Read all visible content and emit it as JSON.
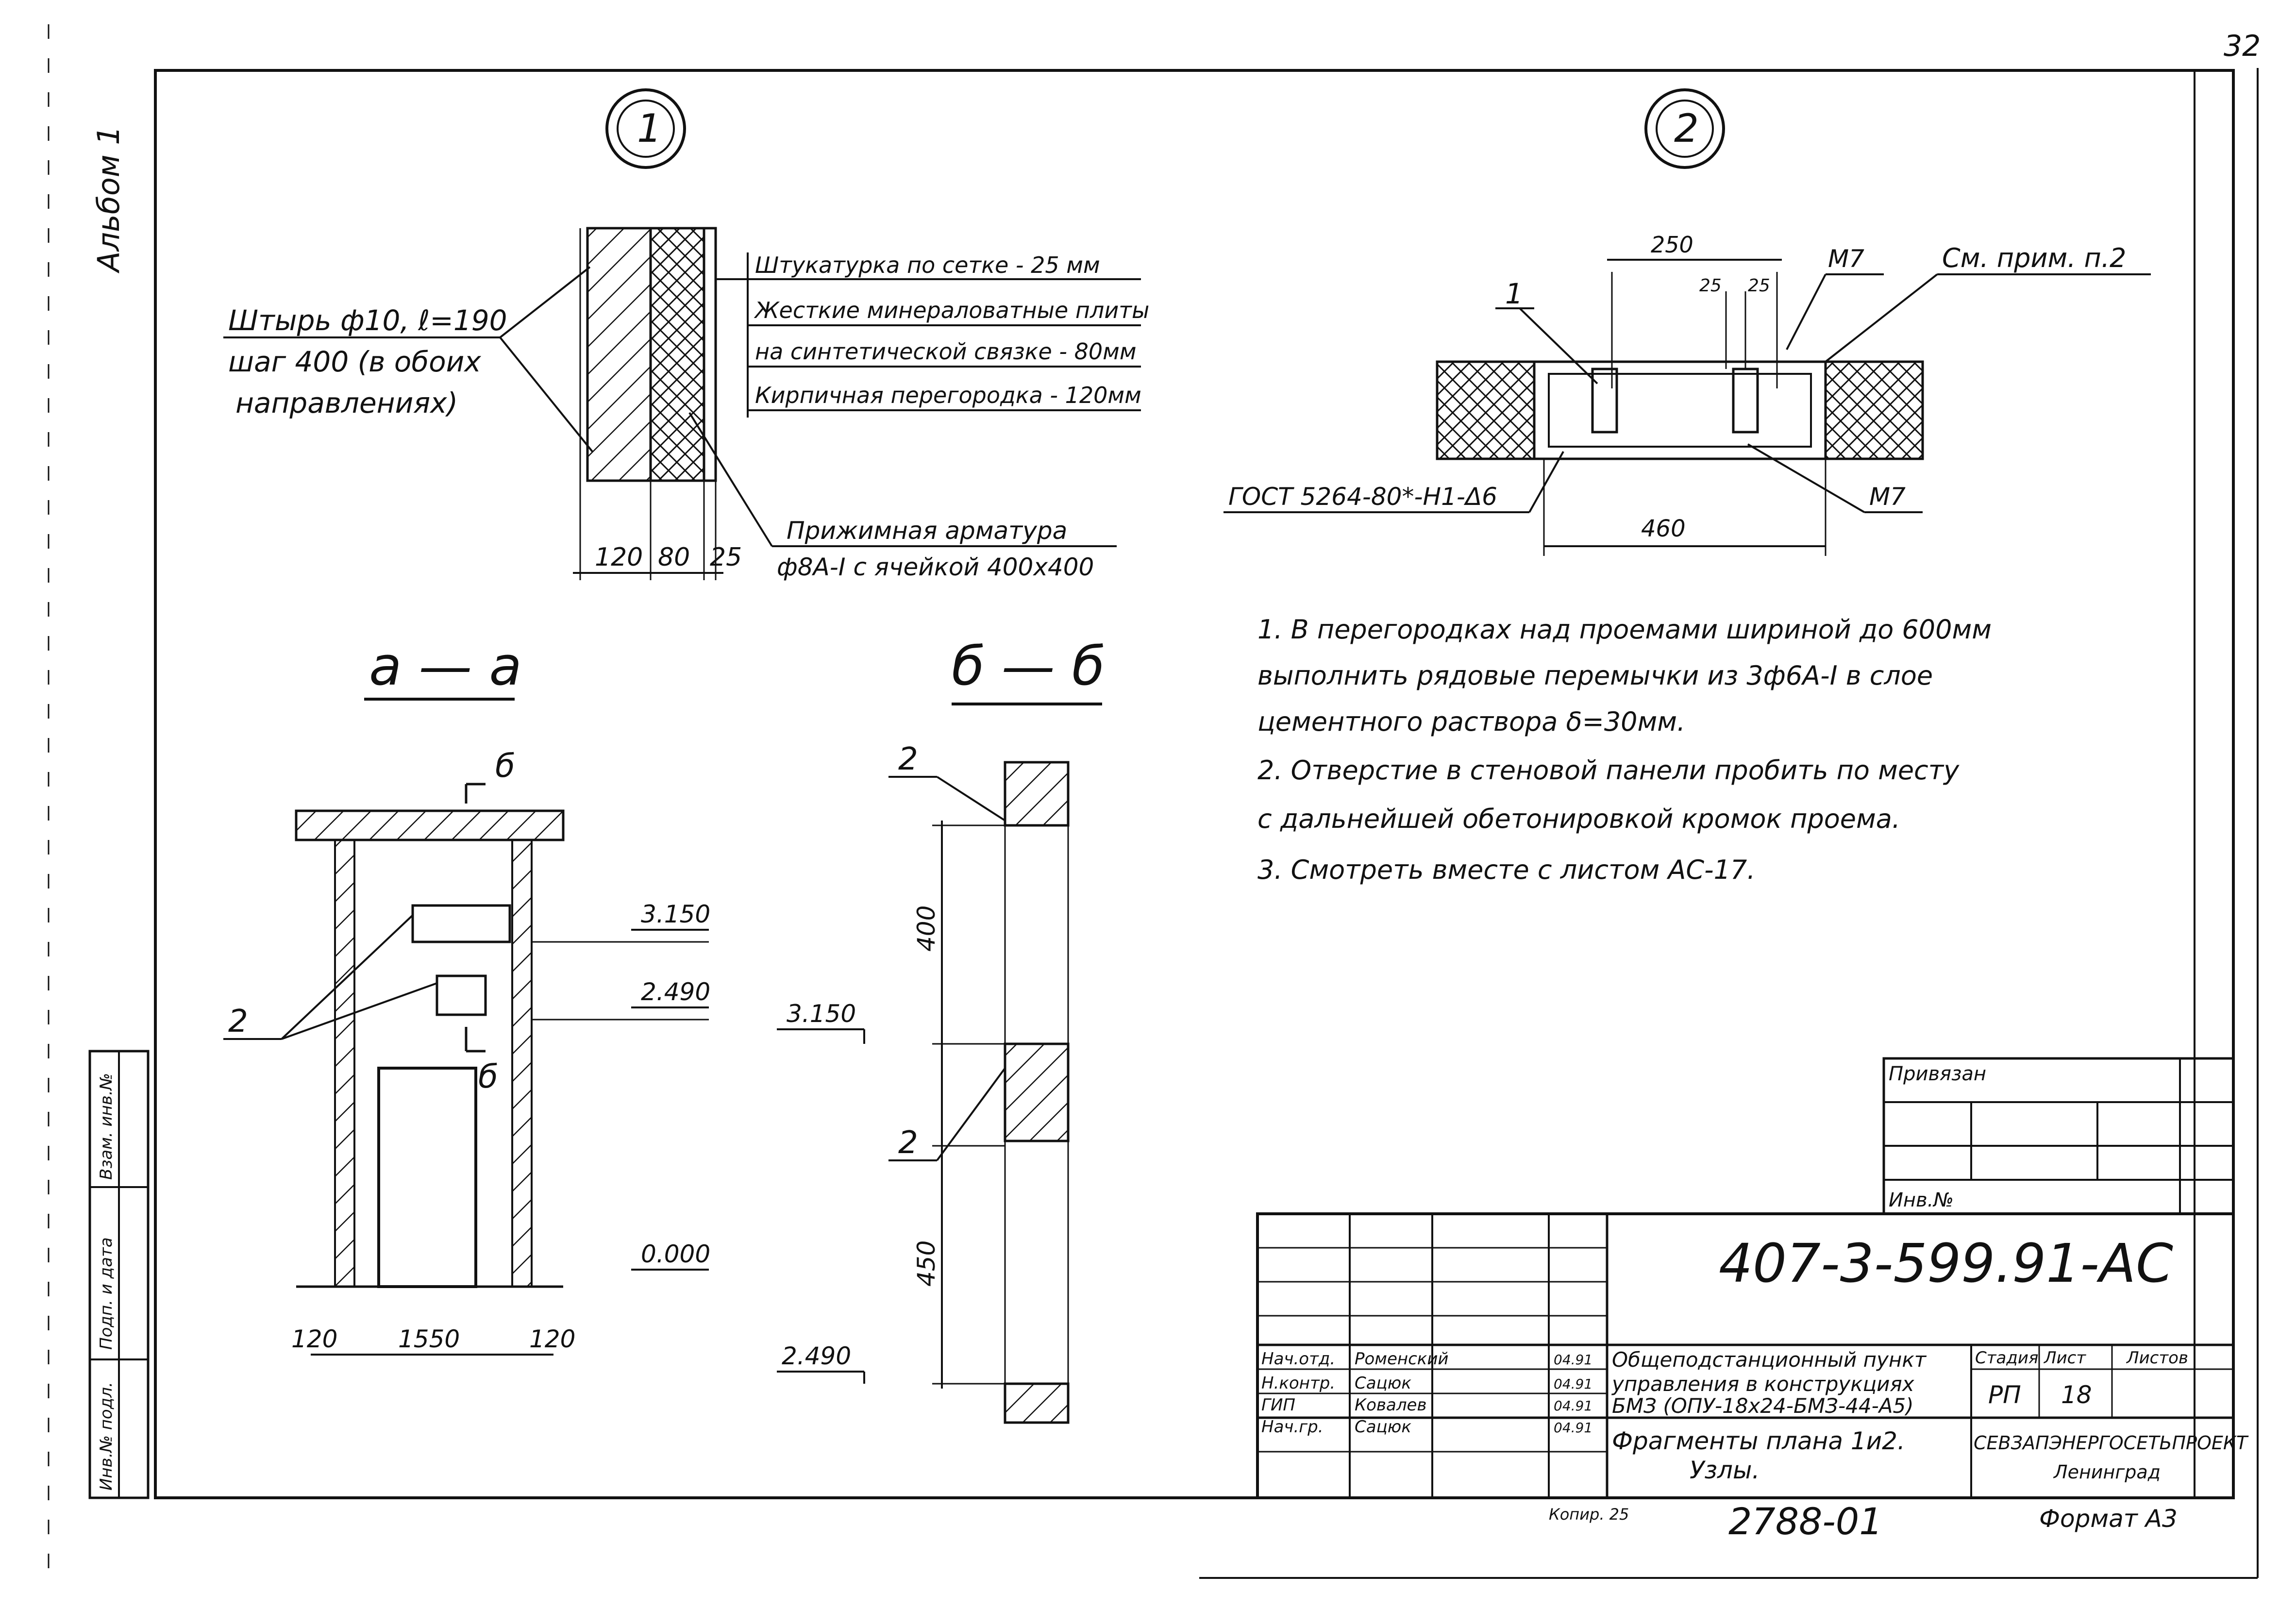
{
  "sheet_number": "32",
  "album": "Альбом 1",
  "node1": {
    "marker": "1",
    "callout_left": [
      "Штырь ф10, ℓ=190",
      "шаг 400 (в обоих",
      "направлениях)"
    ],
    "layers": [
      "Штукатурка по сетке - 25 мм",
      "Жесткие минераловатные плиты",
      "на синтетической связке - 80мм",
      "Кирпичная перегородка - 120мм"
    ],
    "reinforcement": [
      "Прижимная арматура",
      "ф8А-I с ячейкой 400х400"
    ],
    "dims": [
      "120",
      "80",
      "25"
    ]
  },
  "node2": {
    "marker": "2",
    "ref": "См. прим. п.2",
    "weld_std": "ГОСТ 5264-80*-Н1-Δ6",
    "anchor_left": "М7",
    "anchor_right": "М7",
    "pos_label": "1",
    "dims": [
      "250",
      "25",
      "25",
      "460"
    ]
  },
  "notes": [
    "1. В перегородках над проемами шириной до 600мм",
    "выполнить рядовые перемычки из 3ф6А-I в слое",
    "цементного раствора δ=30мм.",
    "2. Отверстие в стеновой панели пробить по месту",
    "с дальнейшей обетонировкой кромок проема.",
    "3. Смотреть вместе с листом АС-17."
  ],
  "section_aa": {
    "title": "а — а",
    "cut_mark": "б",
    "levels": [
      "3.150",
      "2.490",
      "0.000"
    ],
    "pos_label": "2",
    "dims": [
      "120",
      "1550",
      "120"
    ]
  },
  "section_bb": {
    "title": "б — б",
    "levels": [
      "3.150",
      "2.490"
    ],
    "dims": [
      "400",
      "450"
    ],
    "pos_labels": [
      "2",
      "2"
    ]
  },
  "title_block": {
    "privyazan": "Привязан",
    "inv_no": "Инв.№",
    "doc_code": "407-3-599.91-АС",
    "staff": [
      {
        "role": "Нач.отд.",
        "name": "Роменский"
      },
      {
        "role": "Н.контр.",
        "name": "Сацюк"
      },
      {
        "role": "ГИП",
        "name": "Ковалев"
      },
      {
        "role": "Нач.гр.",
        "name": "Сацюк"
      }
    ],
    "date_marks": [
      "04.91",
      "04.91",
      "04.91",
      "04.91"
    ],
    "project_title": [
      "Общеподстанционный пункт",
      "управления в конструкциях",
      "БМЗ (ОПУ-18х24-БМЗ-44-А5)"
    ],
    "sheet_title": [
      "Фрагменты плана 1и2.",
      "Узлы."
    ],
    "stage_label": "Стадия",
    "sheet_label": "Лист",
    "sheets_label": "Листов",
    "stage": "РП",
    "sheet": "18",
    "organization": [
      "СЕВЗАПЭНЕРГОСЕТЬПРОЕКТ",
      "Ленинград"
    ],
    "copied": "Копир. 25",
    "archive_no": "2788-01",
    "format": "Формат А3"
  },
  "side_stamp": [
    "Инв.№ подл.",
    "Подп. и дата",
    "Взам. инв.№"
  ]
}
